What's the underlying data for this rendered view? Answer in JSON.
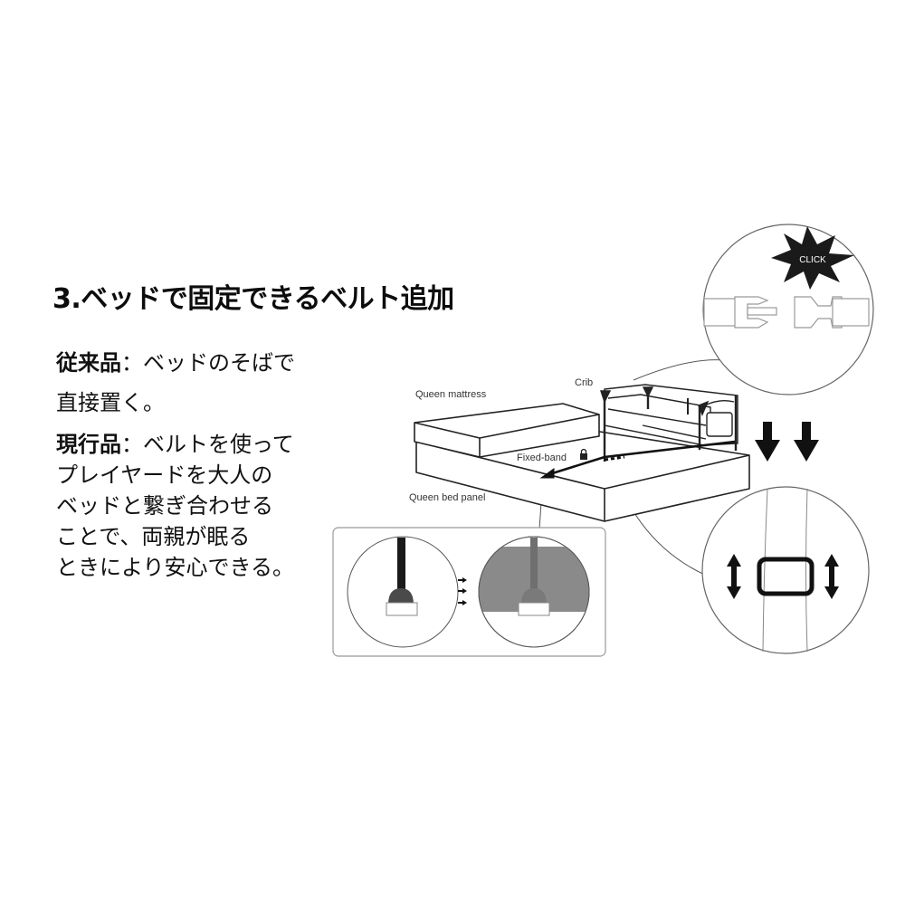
{
  "title": "3.ベッドで固定できるベルト追加",
  "description": {
    "previous": {
      "label": "従来品",
      "separator": "：",
      "lines": [
        "ベッドのそばで",
        "直接置く。"
      ]
    },
    "current": {
      "label": "現行品",
      "separator": "：",
      "lines": [
        "ベルトを使って",
        "プレイヤードを大人の",
        "ベッドと繋ぎ合わせる",
        "ことで、両親が眠る",
        "ときにより安心できる。"
      ]
    }
  },
  "diagram": {
    "labels": {
      "crib": "Crib",
      "queen_mattress": "Queen mattress",
      "fixed_band": "Fixed-band",
      "queen_bed_panel": "Queen bed panel",
      "click": "CLICK"
    },
    "icons": [
      "lock-icon",
      "buckle-icon",
      "down-arrow-icon",
      "double-arrow-icon",
      "adjuster-icon",
      "anchor-icon"
    ]
  }
}
